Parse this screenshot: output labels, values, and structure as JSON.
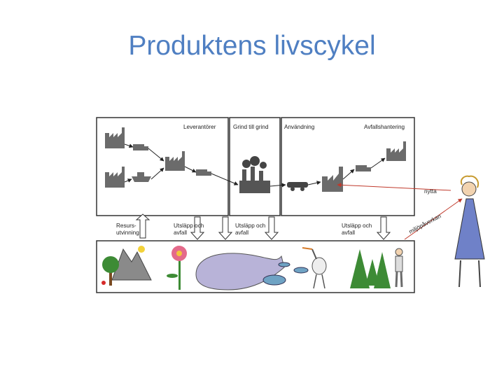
{
  "slide": {
    "title": "Produktens livscykel"
  },
  "diagram": {
    "stages": {
      "suppliers": "Leverantörer",
      "gate_to_gate": "Grind till grind",
      "use": "Användning",
      "waste": "Avfallshantering"
    },
    "resource": {
      "line1": "Resurs-",
      "line2": "utvinning"
    },
    "emissions": {
      "line1": "Utsläpp och",
      "line2": "avfall"
    },
    "benefit": "nytta",
    "impact": "miljöpåverkan"
  },
  "colors": {
    "title": "#4f7fc2",
    "arrow": "#c0392b",
    "factory": "#6b6b6b"
  }
}
